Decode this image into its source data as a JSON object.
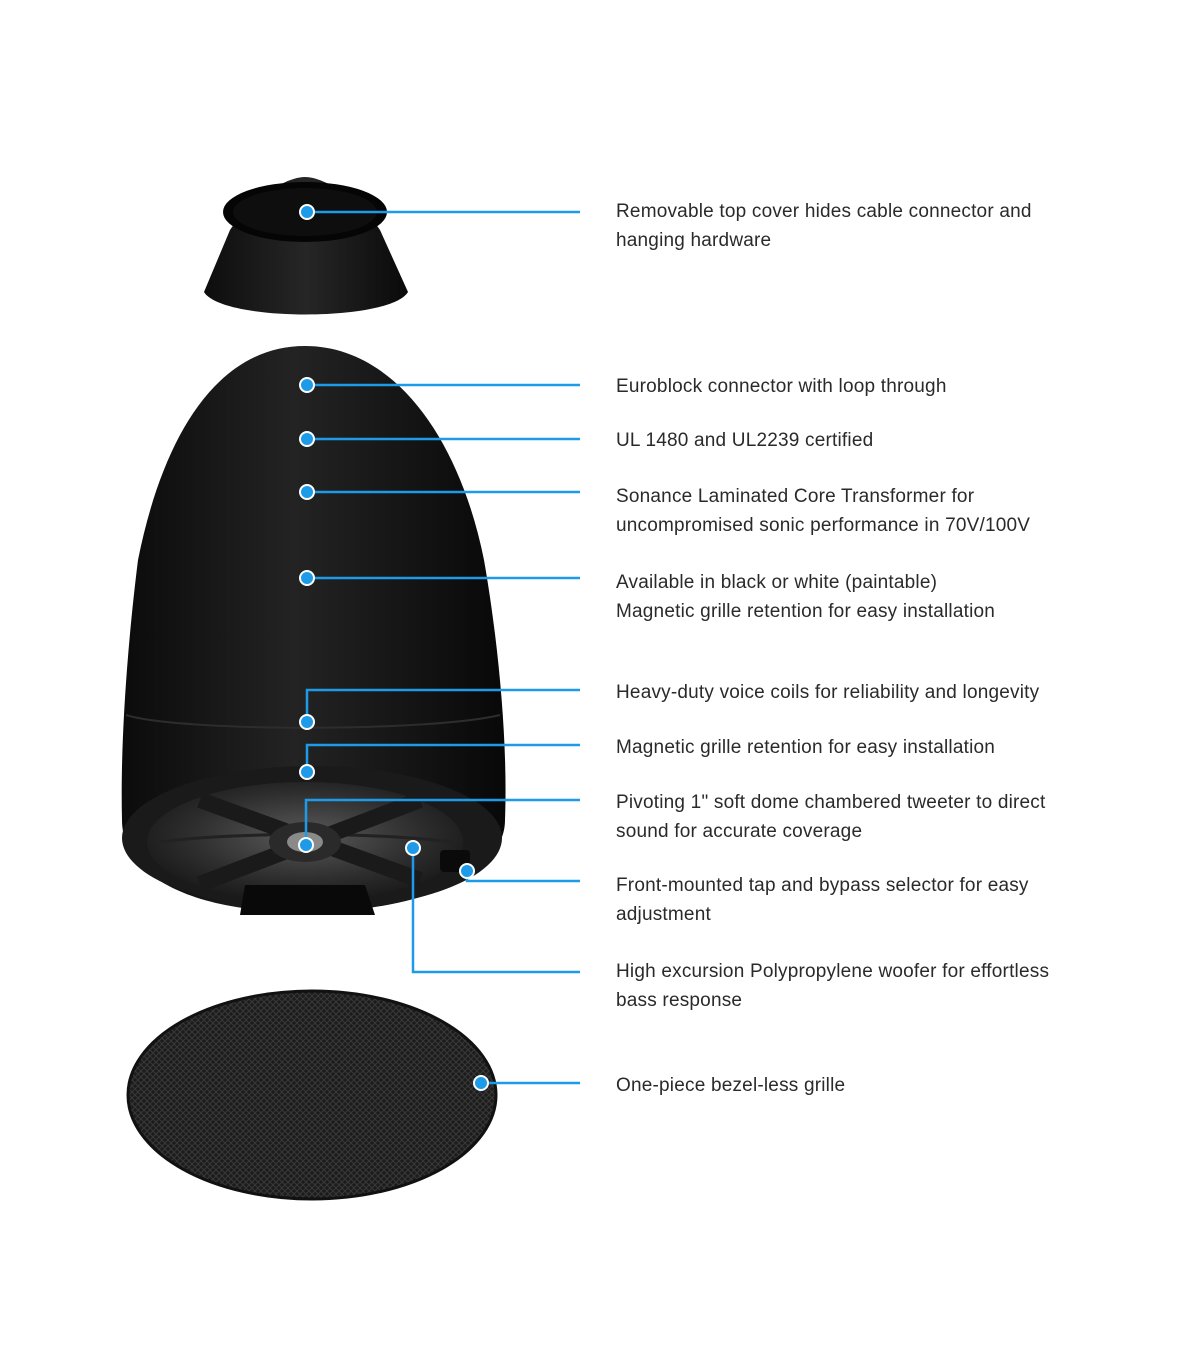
{
  "colors": {
    "accent": "#1e9be8",
    "speaker_body": "#161616",
    "text": "#2a2a2a",
    "background": "#ffffff"
  },
  "callouts": [
    {
      "id": "top-cover",
      "lines": [
        "Removable top cover hides cable connector and",
        "hanging hardware"
      ]
    },
    {
      "id": "euroblock",
      "lines": [
        "Euroblock connector with loop through"
      ]
    },
    {
      "id": "ul-certified",
      "lines": [
        "UL 1480 and UL2239 certified"
      ]
    },
    {
      "id": "transformer",
      "lines": [
        "Sonance Laminated Core Transformer for",
        "uncompromised sonic performance  in 70V/100V"
      ]
    },
    {
      "id": "color",
      "lines": [
        "Available in black or white (paintable)",
        "Magnetic grille retention for easy installation"
      ]
    },
    {
      "id": "voice-coils",
      "lines": [
        "Heavy-duty voice coils for reliability and longevity"
      ]
    },
    {
      "id": "magnetic-grille",
      "lines": [
        "Magnetic grille retention for easy installation"
      ]
    },
    {
      "id": "tweeter",
      "lines": [
        "Pivoting 1\" soft dome chambered tweeter to direct",
        "sound for accurate coverage"
      ]
    },
    {
      "id": "tap-selector",
      "lines": [
        "Front-mounted tap and bypass selector for easy",
        "adjustment"
      ]
    },
    {
      "id": "woofer",
      "lines": [
        "High excursion Polypropylene woofer for effortless",
        "bass response"
      ]
    },
    {
      "id": "grille",
      "lines": [
        "One-piece bezel-less grille"
      ]
    }
  ]
}
